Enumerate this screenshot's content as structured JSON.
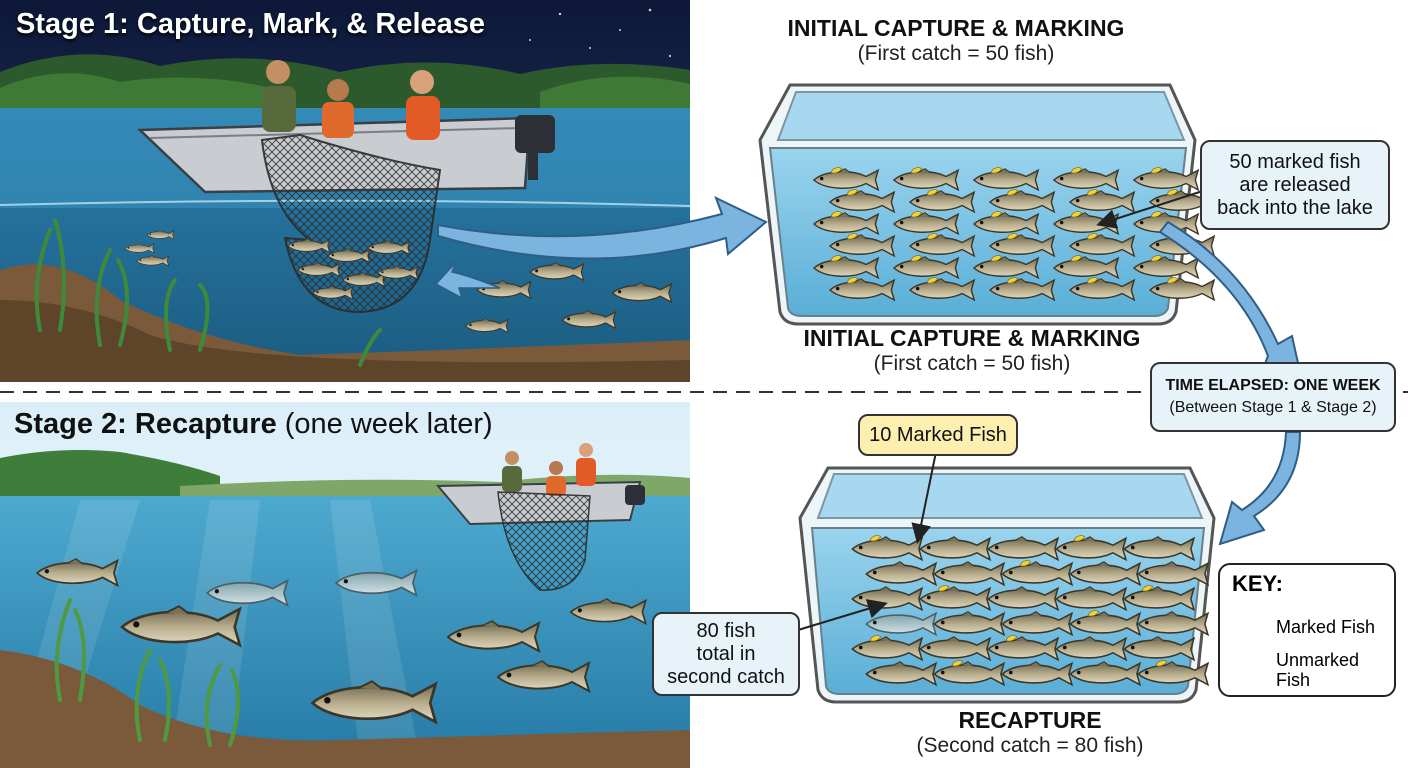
{
  "stage1": {
    "title": "Stage 1: Capture, Mark, & Release"
  },
  "stage2": {
    "title_bold": "Stage 2: Recapture",
    "title_light": " (one week later)"
  },
  "tank1": {
    "heading_top": "INITIAL CAPTURE & MARKING",
    "sub_top": "(First catch = 50 fish)",
    "heading_bottom": "INITIAL CAPTURE & MARKING",
    "sub_bottom": "(First catch = 50 fish)",
    "callout": [
      "50 marked fish",
      "are released",
      "back into the lake"
    ]
  },
  "time_elapsed": {
    "title": "TIME ELAPSED: ONE WEEK",
    "sub": "(Between Stage 1 & Stage 2)"
  },
  "tank2": {
    "marked_label": "10 Marked Fish",
    "total_callout": [
      "80 fish",
      "total in",
      "second catch"
    ],
    "heading": "RECAPTURE",
    "sub": "(Second catch = 80 fish)"
  },
  "key": {
    "title": "KEY:",
    "marked": "Marked Fish",
    "unmarked_line1": "Unmarked",
    "unmarked_line2": "Fish"
  },
  "colors": {
    "water_dark": "#1f6f9a",
    "water_light": "#5fb3d6",
    "night_sky": "#101d3c",
    "tank_water": "#7cc4e4",
    "marked_tag": "#f2d13a",
    "arrow": "#7cb4e0",
    "callout_bg": "#e8f2f9"
  }
}
